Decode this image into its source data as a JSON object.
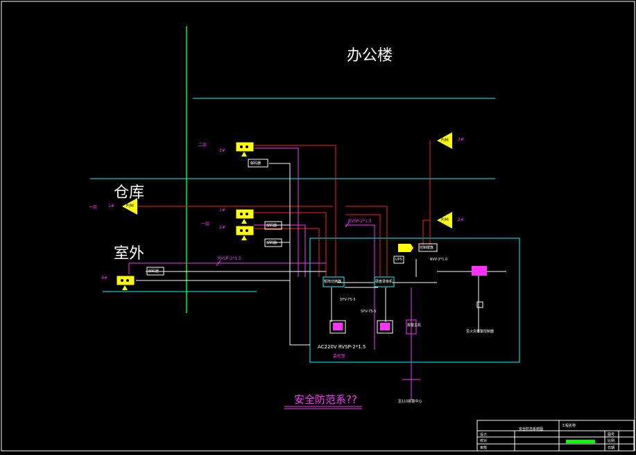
{
  "zones": {
    "office": "办公楼",
    "warehouse": "仓库",
    "outdoor": "室外"
  },
  "title": "安全防范系??",
  "floor_labels": {
    "second_floor": "二层",
    "first_floor_warehouse": "一层",
    "first_floor_office": "一层"
  },
  "camera_counts": {
    "cam_top": "3#",
    "cam_mid1": "1#",
    "cam_mid2": "2#",
    "cam_outdoor": "4#",
    "pm_right_top": "3#",
    "pm_right_mid": "2#",
    "pm_left": "1#"
  },
  "device_labels": {
    "pm": "P/M",
    "decoder": "解码器",
    "matrix": "矩阵切换器",
    "dvr": "硬盘录像机",
    "alarm_host": "报警主机",
    "control_room": "监控室",
    "keyboard": "控制键盘",
    "ups": "UPS"
  },
  "cable_labels": {
    "c1": "RVSP-2*1.5",
    "c2": "RVSP-2*1.5",
    "c3": "SYV-75-5",
    "c4": "SYV-75-5",
    "c5": "RVV-2*1.0",
    "power": "AC220V RVSP-2*1.5",
    "to_110": "至110报警中心",
    "fire_link": "至火灾报警控制器"
  },
  "title_block": {
    "company": "工程名称",
    "drawing": "安全防范系统图",
    "rows": [
      "设计",
      "校对",
      "审核"
    ],
    "right": [
      "图号",
      "比例",
      "日期"
    ]
  }
}
